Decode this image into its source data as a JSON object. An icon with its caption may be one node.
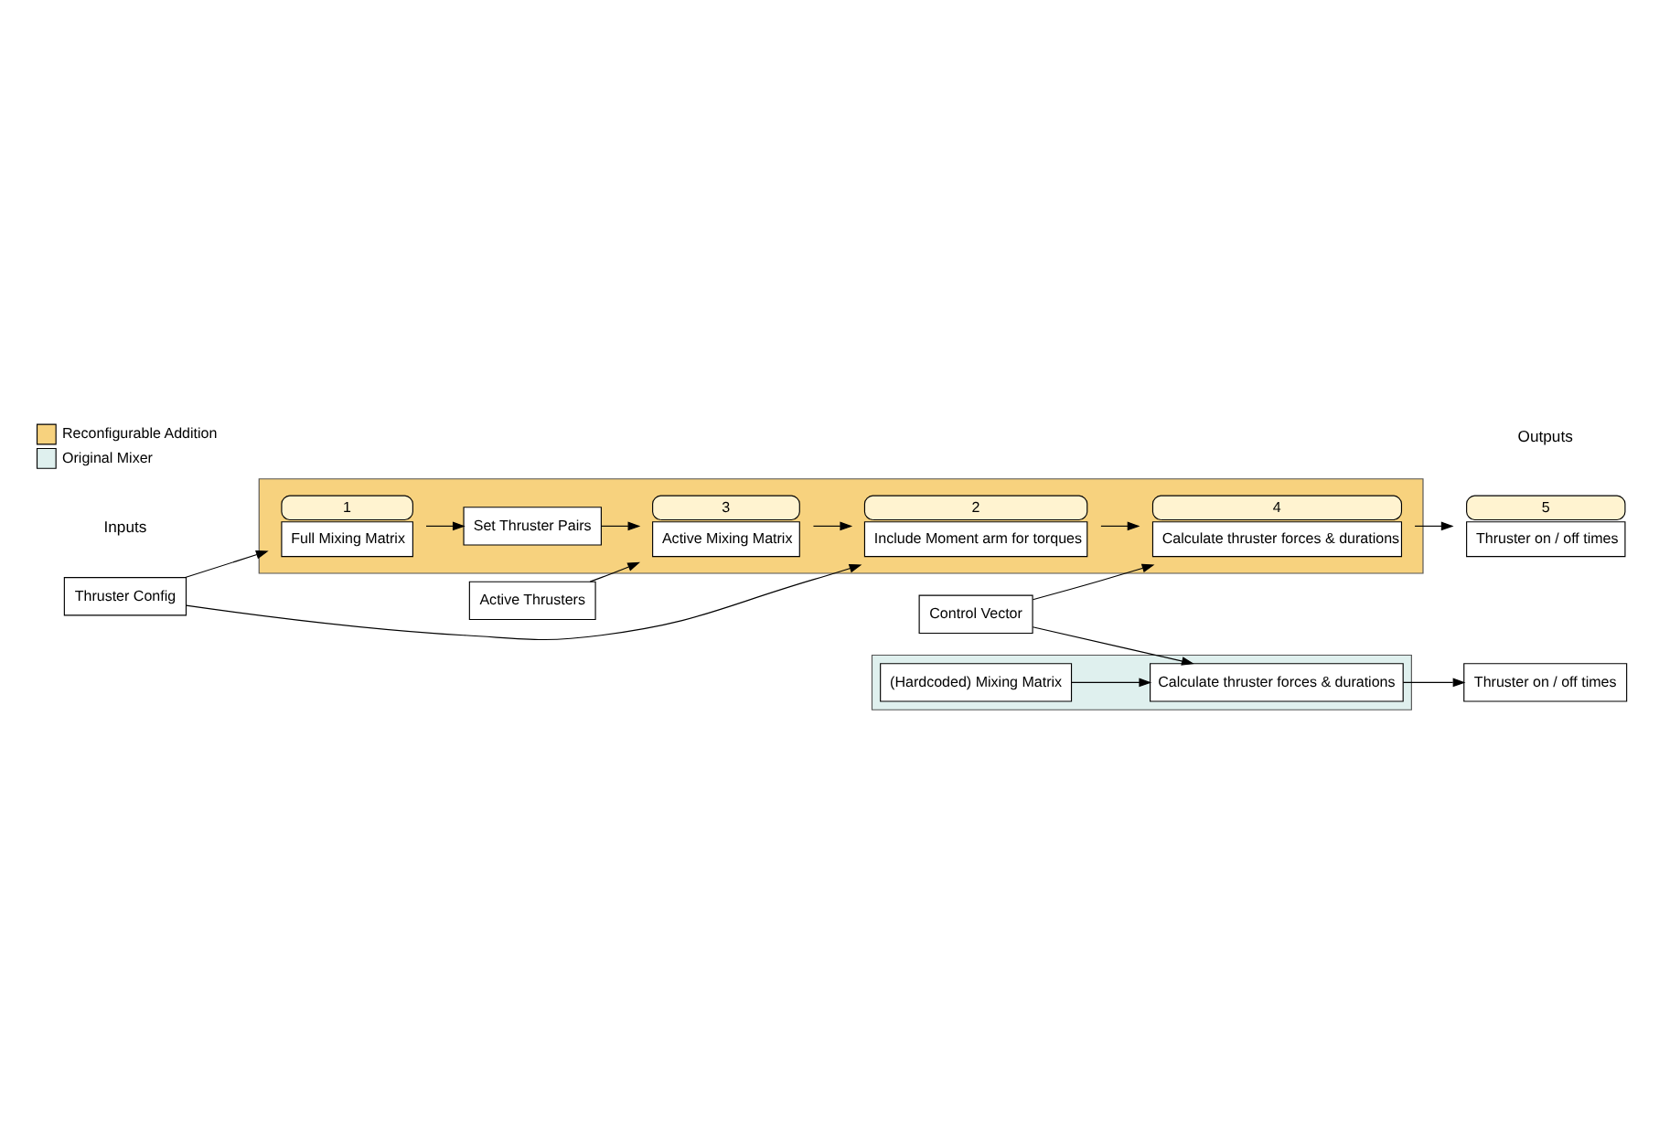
{
  "diagram": {
    "nodes": [
      {
        "text": [
          "Thruster Config"
        ]
      },
      {
        "text": [
          "Active Thrusters"
        ]
      },
      {
        "text": [
          "Control Vector"
        ]
      },
      {
        "text": [],
        "shape": "box"
      },
      {
        "text": [
          "Full Mixing Matrix"
        ],
        "in": 3,
        "beside": [
          "1"
        ]
      },
      {
        "text": [
          "Set Thruster Pairs"
        ],
        "in": 3
      },
      {
        "text": [
          "Include Moment arm for torques"
        ],
        "in": 3,
        "beside": [
          "2"
        ]
      },
      {
        "text": [
          "Active Mixing Matrix"
        ],
        "in": 3,
        "beside": [
          "3"
        ]
      },
      {
        "text": [
          "Calculate thruster forces & durations"
        ],
        "in": 3,
        "beside": [
          "4"
        ]
      },
      {
        "text": [
          "Thruster on / off times"
        ],
        "beside": [
          "5"
        ]
      },
      {
        "text": [],
        "shape": "box"
      },
      {
        "text": [
          "(Hardcoded) Mixing Matrix"
        ],
        "in": 10
      },
      {
        "text": [
          "Calculate thruster forces & durations"
        ],
        "in": 10
      },
      {
        "text": [
          "Thruster on / off times"
        ]
      }
    ],
    "edges": [
      {
        "from": 0,
        "to": 4,
        "arrow": "to"
      },
      {
        "from": 0,
        "to": 6,
        "arrow": "to"
      },
      {
        "from": 4,
        "to": 5,
        "arrow": "to"
      },
      {
        "from": 5,
        "to": 7,
        "arrow": "to"
      },
      {
        "from": 1,
        "to": 7,
        "arrow": "to"
      },
      {
        "from": 7,
        "to": 6,
        "arrow": "to"
      },
      {
        "from": 6,
        "to": 8,
        "arrow": "to"
      },
      {
        "from": 8,
        "to": 9,
        "arrow": "to"
      },
      {
        "from": 2,
        "to": 8,
        "arrow": "to"
      },
      {
        "from": 2,
        "to": 12,
        "arrow": "to"
      },
      {
        "from": 11,
        "to": 12,
        "arrow": "to"
      },
      {
        "from": 12,
        "to": 13,
        "arrow": "to"
      }
    ],
    "labels": [
      "Inputs",
      "Outputs"
    ],
    "legend": [
      {
        "text": "Reconfigurable Addition",
        "color": "#f7d27e"
      },
      {
        "text": "Original Mixer",
        "color": "#dff0ee"
      }
    ]
  }
}
